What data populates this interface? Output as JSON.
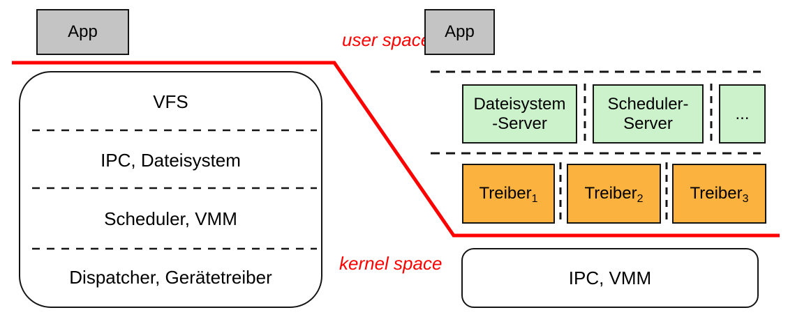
{
  "diagram": {
    "title_hint": "monolithic kernel vs microkernel architecture",
    "separator": {
      "user_space_label": "user space",
      "kernel_space_label": "kernel space",
      "line_color": "#ff0000"
    },
    "left_system": {
      "app_label": "App",
      "layers": [
        "VFS",
        "IPC, Dateisystem",
        "Scheduler, VMM",
        "Dispatcher, Gerätetreiber"
      ]
    },
    "right_system": {
      "app_label": "App",
      "servers": [
        "Dateisystem\n-Server",
        "Scheduler-\nServer",
        "..."
      ],
      "drivers": [
        {
          "base": "Treiber",
          "sub": "1"
        },
        {
          "base": "Treiber",
          "sub": "2"
        },
        {
          "base": "Treiber",
          "sub": "3"
        }
      ],
      "kernel_label": "IPC, VMM"
    },
    "colors": {
      "app_fill": "#c4c4c4",
      "server_fill": "#ccf2cc",
      "driver_fill": "#fbb23e",
      "border": "#141414"
    }
  }
}
